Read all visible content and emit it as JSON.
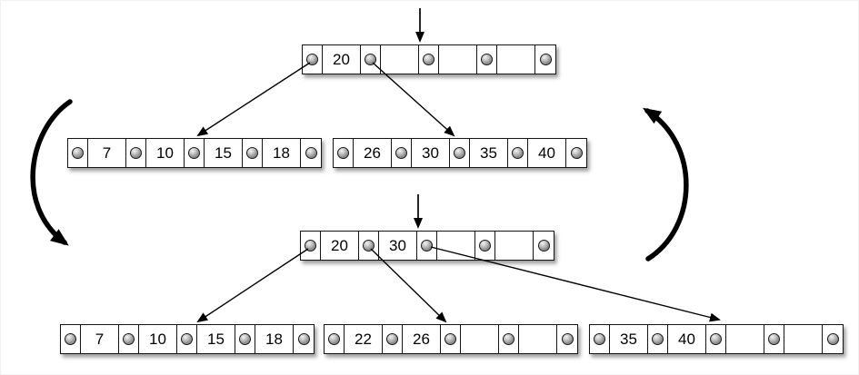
{
  "colors": {
    "line": "#000000",
    "node_fill": "#ffffff",
    "node_border": "#151515",
    "pointer_dot_fill": "#8f8f8f",
    "page_bg": "#ffffff"
  },
  "top_tree": {
    "root": {
      "keys": [
        "20",
        "",
        "",
        ""
      ]
    },
    "children": [
      {
        "keys": [
          "7",
          "10",
          "15",
          "18"
        ]
      },
      {
        "keys": [
          "26",
          "30",
          "35",
          "40"
        ]
      }
    ]
  },
  "bottom_tree": {
    "root": {
      "keys": [
        "20",
        "30",
        "",
        ""
      ]
    },
    "children": [
      {
        "keys": [
          "7",
          "10",
          "15",
          "18"
        ]
      },
      {
        "keys": [
          "22",
          "26",
          "",
          ""
        ]
      },
      {
        "keys": [
          "35",
          "40",
          "",
          ""
        ]
      }
    ]
  }
}
